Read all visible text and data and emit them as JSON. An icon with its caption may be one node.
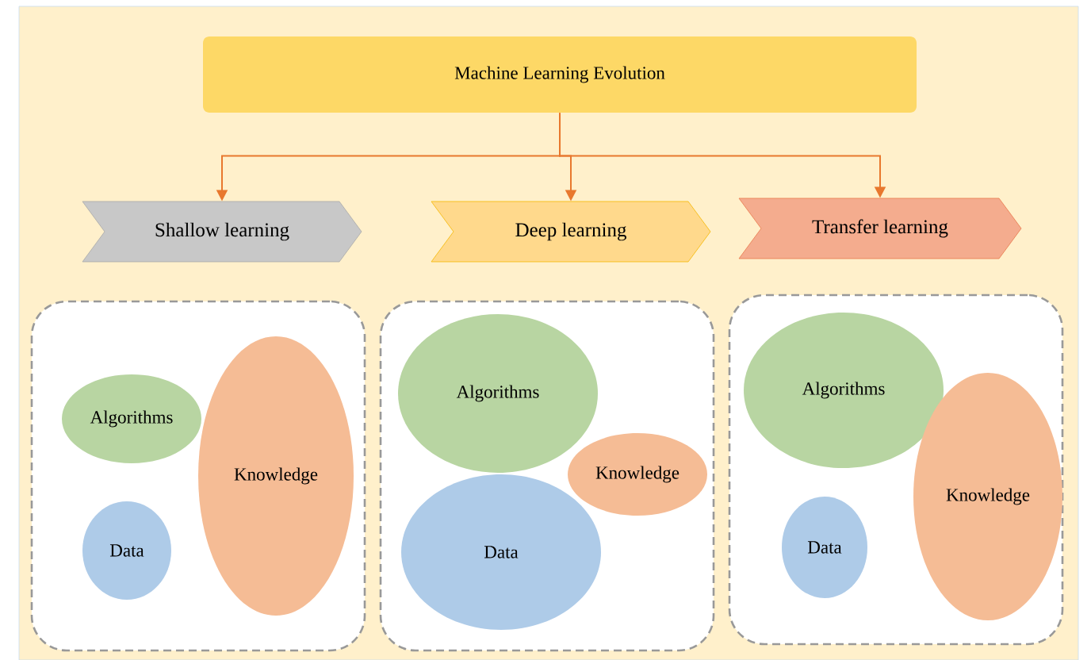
{
  "diagram": {
    "nodes": [
      {
        "text": [
          "Machine Learning Evolution"
        ]
      },
      {
        "text": [
          "Shallow learning"
        ]
      },
      {
        "text": [
          "Deep learning"
        ]
      },
      {
        "text": [
          "Transfer learning"
        ]
      },
      {
        "text": [],
        "shape": "box"
      },
      {
        "text": [
          "Algorithms"
        ],
        "in": 4
      },
      {
        "text": [
          "Knowledge"
        ],
        "in": 4
      },
      {
        "text": [
          "Data"
        ],
        "in": 4
      },
      {
        "text": [],
        "shape": "box"
      },
      {
        "text": [
          "Algorithms"
        ],
        "in": 8
      },
      {
        "text": [
          "Knowledge"
        ],
        "in": 8
      },
      {
        "text": [
          "Data"
        ],
        "in": 8
      },
      {
        "text": [],
        "shape": "box"
      },
      {
        "text": [
          "Algorithms"
        ],
        "in": 12
      },
      {
        "text": [
          "Knowledge"
        ],
        "in": 12
      },
      {
        "text": [
          "Data"
        ],
        "in": 12
      }
    ],
    "edges": [
      {
        "from": 0,
        "to": 1,
        "arrow": "to"
      },
      {
        "from": 0,
        "to": 2,
        "arrow": "to"
      },
      {
        "from": 0,
        "to": 3,
        "arrow": "to"
      }
    ]
  }
}
